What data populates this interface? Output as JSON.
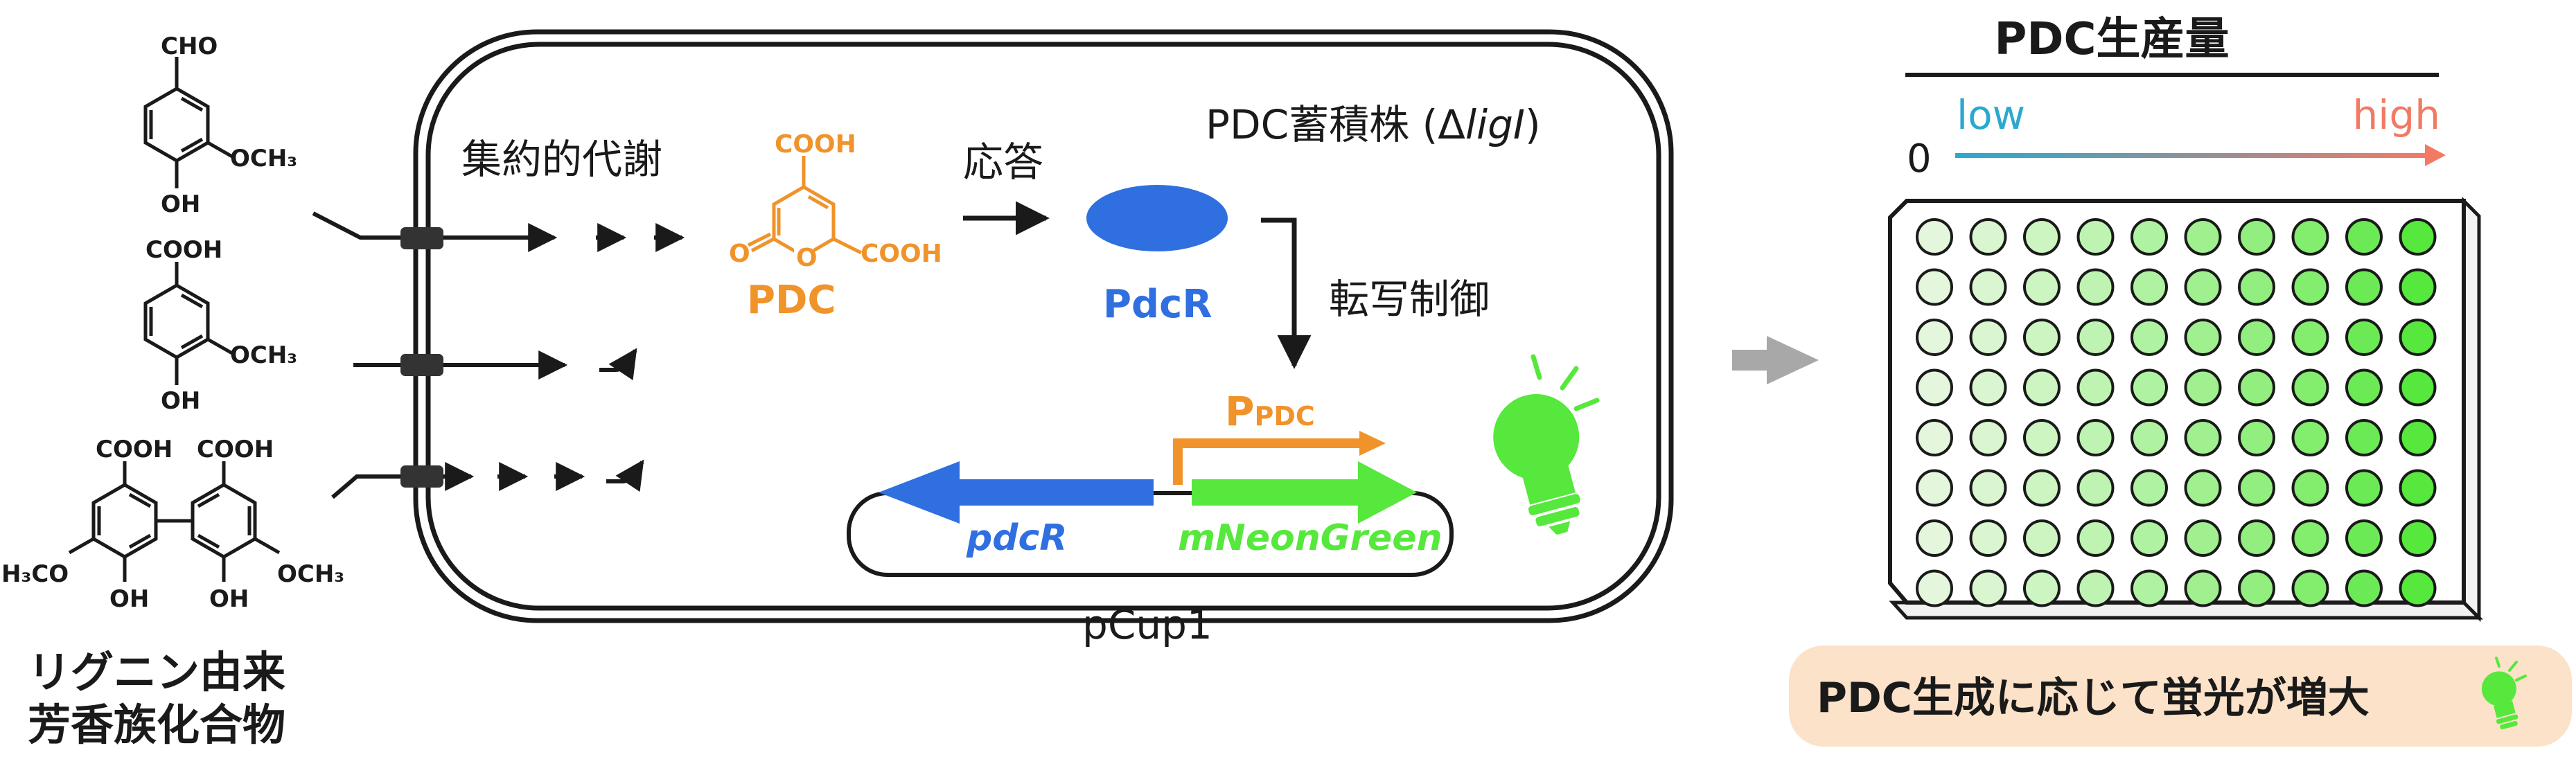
{
  "colors": {
    "orange": "#f0932b",
    "blue": "#2f6fe0",
    "green": "#56e83c",
    "black": "#1a1a1a",
    "gray_arrow": "#a8a8a8",
    "teal": "#29a9cf",
    "salmon": "#f27a63",
    "caption_bg": "#fbe2c8"
  },
  "left_panel": {
    "cho_label": "CHO",
    "och3_label": "OCH₃",
    "oh_label": "OH",
    "cooh_label": "COOH",
    "h3co_label": "H₃CO",
    "caption_line1": "リグニン由来",
    "caption_line2": "芳香族化合物"
  },
  "cell": {
    "strain_prefix": "PDC蓄積株 (Δ",
    "strain_gene": "ligI",
    "strain_suffix": ")",
    "metabolism_label": "集約的代謝",
    "response_label": "応答",
    "transcription_label": "転写制御",
    "pdc_label": "PDC",
    "pdc_cooh_top": "COOH",
    "pdc_cooh_right": "COOH",
    "pdc_o_left": "O",
    "pdc_o_ring": "O",
    "pdcr_protein_label": "PdcR",
    "promoter_p": "P",
    "promoter_sub": "PDC",
    "gene_pdcr": "pdcR",
    "gene_mneon": "mNeonGreen",
    "plasmid_label": "pCup1"
  },
  "plate_panel": {
    "title": "PDC生産量",
    "zero_label": "0",
    "low_label": "low",
    "high_label": "high",
    "rows": 8,
    "columns": 10,
    "column_green_levels": [
      0.05,
      0.12,
      0.2,
      0.3,
      0.4,
      0.5,
      0.6,
      0.7,
      0.85,
      1.0
    ],
    "caption": "PDC生成に応じて蛍光が増大"
  }
}
